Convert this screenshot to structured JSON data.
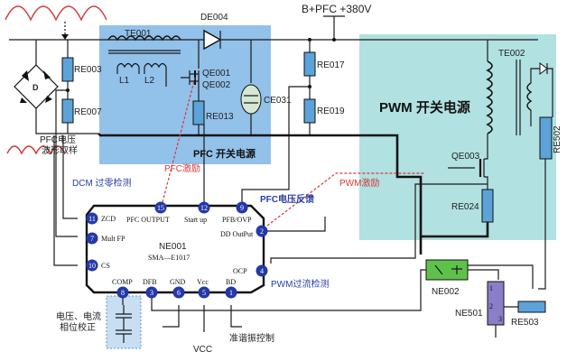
{
  "labels": {
    "top_supply": "B+PFC +380V",
    "pfc_block_title": "PFC 开关电源",
    "pwm_block_title": "PWM 开关电源",
    "pfc_sampling": "PFC电压\n波形取样",
    "dcm_detect": "DCM 过零检测",
    "pfc_drive": "PFC激励",
    "pwm_drive": "PWM激励",
    "pfc_feedback": "PFC电压反馈",
    "pwm_ocp_detect": "PWM过流检测",
    "phase_correction": "电压、电流\n相位校正",
    "standby_control": "准谐振控制",
    "vcc": "VCC"
  },
  "components": {
    "bridge": "D",
    "re003": "RE003",
    "re007": "RE007",
    "te001": "TE001",
    "l1": "L1",
    "l2": "L2",
    "de004": "DE004",
    "qe001": "QE001",
    "qe002": "QE002",
    "re013": "RE013",
    "ce031": "CE031",
    "re017": "RE017",
    "re019": "RE019",
    "te002": "TE002",
    "qe003": "QE003",
    "re024": "RE024",
    "re502": "RE502",
    "ne002": "NE002",
    "ne501": "NE501",
    "re503": "RE503",
    "ic_name": "NE001",
    "ic_part": "SMA—E1017",
    "ne501_pin1": "1",
    "ne501_pin2": "2",
    "ne501_pin3": "3"
  },
  "ic_pins": [
    {
      "num": "11",
      "name": "ZCD"
    },
    {
      "num": "7",
      "name": "Mult FP"
    },
    {
      "num": "10",
      "name": "CS"
    },
    {
      "num": "15",
      "name": "PFC OUTPUT"
    },
    {
      "num": "12",
      "name": "Start up"
    },
    {
      "num": "9",
      "name": "PFB/OVP"
    },
    {
      "num": "2",
      "name": "DD OutPut"
    },
    {
      "num": "4",
      "name": "OCP"
    },
    {
      "num": "8",
      "name": "COMP"
    },
    {
      "num": "3",
      "name": "DFB"
    },
    {
      "num": "6",
      "name": "GND"
    },
    {
      "num": "5",
      "name": "Vcc"
    },
    {
      "num": "1",
      "name": "BD"
    }
  ],
  "colors": {
    "pfc_block": "#7fb6e6",
    "pwm_block": "#a9dede",
    "pin_circle": "#2438a8",
    "annotation_blue": "#2a40a8",
    "annotation_red": "#d23a3a",
    "opto_fill": "#5ec24a",
    "ne501_fill": "#8a7ec8"
  }
}
